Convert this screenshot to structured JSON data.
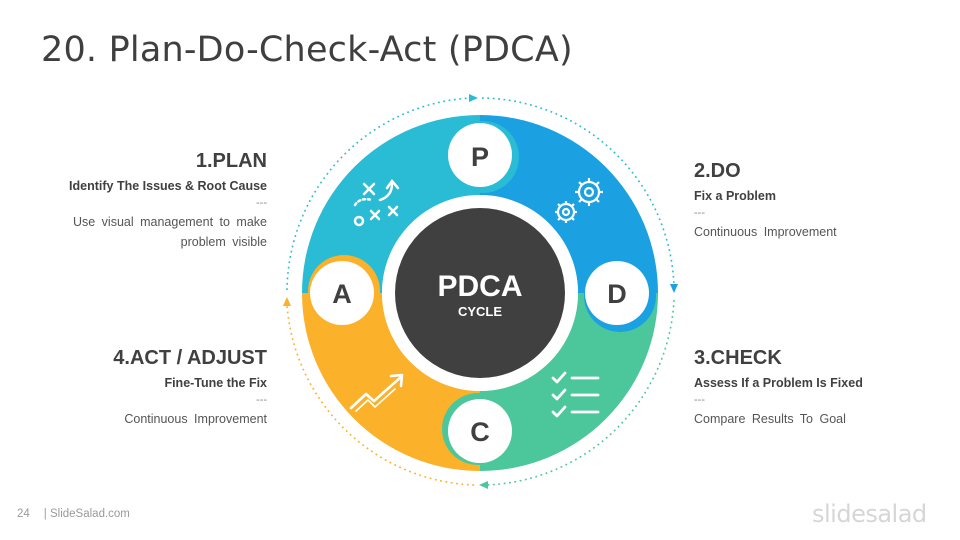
{
  "slide": {
    "title": "20. Plan-Do-Check-Act (PDCA)",
    "page_number": "24",
    "footer_text": "| SlideSalad.com",
    "logo_text": "slidesalad"
  },
  "diagram": {
    "center_title": "PDCA",
    "center_subtitle": "CYCLE",
    "colors": {
      "plan": "#29bcd4",
      "do": "#1ba1e2",
      "check": "#4cc79b",
      "act": "#fbb12a",
      "center": "#404040"
    },
    "letters": {
      "plan": "P",
      "do": "D",
      "check": "C",
      "act": "A"
    },
    "icons": {
      "plan": "strategy-play-icon",
      "do": "gears-icon",
      "check": "checklist-icon",
      "act": "growth-arrow-icon"
    }
  },
  "steps": {
    "plan": {
      "heading": "1.PLAN",
      "subheading": "Identify The Issues & Root Cause",
      "separator": "---",
      "description_line1": "Use visual management  to make",
      "description_line2": "problem  visible"
    },
    "do": {
      "heading": "2.DO",
      "subheading": "Fix a Problem",
      "separator": "---",
      "description_line1": "Continuous  Improvement"
    },
    "check": {
      "heading": "3.CHECK",
      "subheading": "Assess If a Problem Is Fixed",
      "separator": "---",
      "description_line1": "Compare  Results To Goal"
    },
    "act": {
      "heading": "4.ACT / ADJUST",
      "subheading": "Fine-Tune the Fix",
      "separator": "---",
      "description_line1": "Continuous  Improvement"
    }
  }
}
